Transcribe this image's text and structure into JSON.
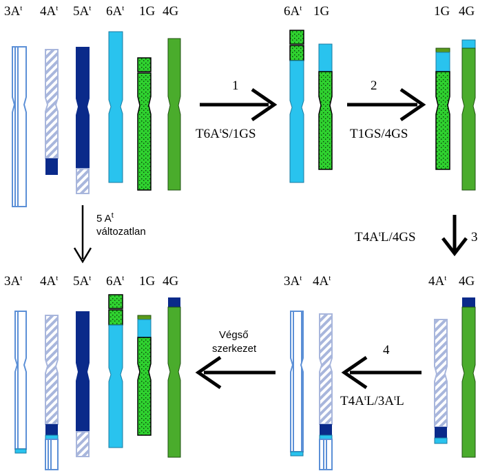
{
  "labels": {
    "c3a": "3A",
    "c4a": "4A",
    "c5a": "5A",
    "c6a": "6A",
    "c1g": "1G",
    "c4g": "4G",
    "t": "t"
  },
  "steps": {
    "s1": {
      "number": "1",
      "label_a": "T6A",
      "label_b": "S/1GS"
    },
    "s2": {
      "number": "2",
      "label": "T1GS/4GS"
    },
    "s3": {
      "number": "3",
      "label_a": "T4A",
      "label_b": "L/4GS"
    },
    "s4": {
      "number": "4",
      "label_a": "T4A",
      "label_b": "L/3A",
      "label_c": "L"
    }
  },
  "notes": {
    "unchanged_a": "5 A",
    "unchanged_b": "változatlan",
    "final_a": "Végső",
    "final_b": "szerkezet"
  },
  "colors": {
    "chr3A": "#5b8fd6",
    "chr4A_stripe": "#b3bfe0",
    "chr5A": "#0a2a8a",
    "chr6A": "#29c3ee",
    "chr1G": "#2fd12f",
    "chr4G": "#4aac2c",
    "chr1G_tip": "#5a9a1a"
  }
}
